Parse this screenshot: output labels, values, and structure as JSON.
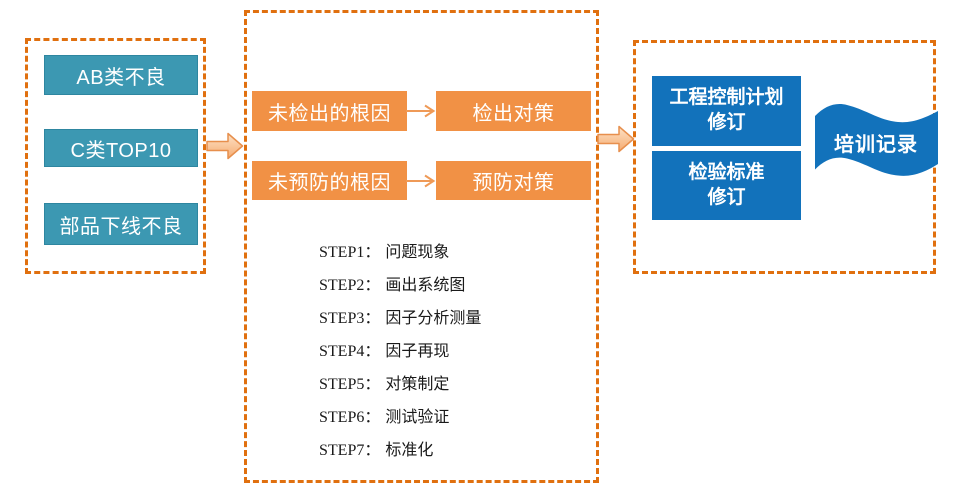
{
  "colors": {
    "dashed_border": "#E0700F",
    "teal": "#3C98B2",
    "teal_border": "#2E86A0",
    "orange": "#F19145",
    "blue": "#1272BB",
    "connector": "#EF9A57",
    "arrow_fill_top": "#FDE2C6",
    "arrow_fill_bottom": "#F5AB71",
    "arrow_border": "#E78F4D",
    "step_text": "#1A1A1A"
  },
  "left_panel": {
    "items": [
      {
        "label": "AB类不良"
      },
      {
        "label": "C类TOP10"
      },
      {
        "label": "部品下线不良"
      }
    ]
  },
  "middle_panel": {
    "rows": [
      {
        "cause": "未检出的根因",
        "measure": "检出对策"
      },
      {
        "cause": "未预防的根因",
        "measure": "预防对策"
      }
    ],
    "steps": [
      {
        "prefix": "STEP1：",
        "label": "问题现象"
      },
      {
        "prefix": "STEP2：",
        "label": "画出系统图"
      },
      {
        "prefix": "STEP3：",
        "label": "因子分析测量"
      },
      {
        "prefix": "STEP4：",
        "label": "因子再现"
      },
      {
        "prefix": "STEP5：",
        "label": "对策制定"
      },
      {
        "prefix": "STEP6：",
        "label": "测试验证"
      },
      {
        "prefix": "STEP7：",
        "label": "标准化"
      }
    ]
  },
  "right_panel": {
    "boxes": [
      {
        "line1": "工程控制计划",
        "line2": "修订"
      },
      {
        "line1": "检验标准",
        "line2": "修订"
      }
    ],
    "flag": {
      "label": "培训记录"
    }
  }
}
